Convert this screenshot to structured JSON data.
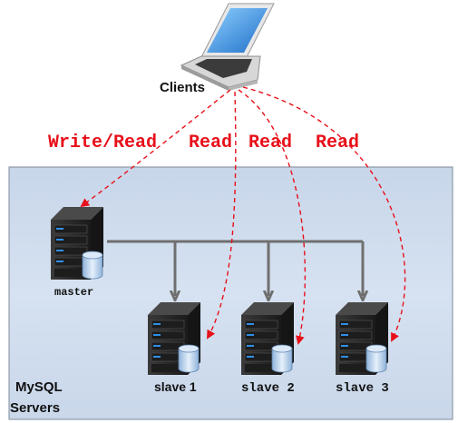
{
  "diagram": {
    "clients_label": "Clients",
    "flows": [
      "Write/Read",
      "Read",
      "Read",
      "Read"
    ],
    "cluster_label_line1": "MySQL",
    "cluster_label_line2": "Servers",
    "master_label": "master",
    "slaves": [
      "slave 1",
      "slave 2",
      "slave 3"
    ]
  },
  "colors": {
    "cluster_fill": "#cfdced",
    "cluster_border": "#7f8a98",
    "arrow_red": "#e8101a",
    "replication_gray": "#6f6f6f",
    "server_body": "#2b2b2b",
    "server_blue": "#2f8fe6",
    "disk": "#a9c8e8"
  },
  "icons": {
    "client": "laptop-icon",
    "server": "server-icon",
    "disk": "database-disk-icon"
  }
}
